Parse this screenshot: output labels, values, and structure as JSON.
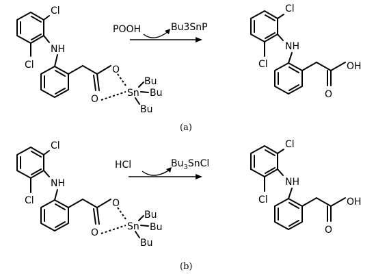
{
  "reactions": [
    {
      "panel_label": "(a)",
      "reagent_in": "POOH",
      "byproduct": "Bu3SnP",
      "reactant_atoms": {
        "cl_top": "Cl",
        "cl_bottom": "Cl",
        "nh": "NH",
        "o_single": "O",
        "o_double": "O",
        "sn": "Sn",
        "bu1": "Bu",
        "bu2": "Bu",
        "bu3": "Bu"
      },
      "product_atoms": {
        "cl_top": "Cl",
        "cl_bottom": "Cl",
        "nh": "NH",
        "oh": "OH",
        "o_double": "O"
      }
    },
    {
      "panel_label": "(b)",
      "reagent_in": "HCl",
      "byproduct_parts": [
        "Bu",
        "3",
        "SnCl"
      ],
      "reactant_atoms": {
        "cl_top": "Cl",
        "cl_bottom": "Cl",
        "nh": "NH",
        "o_single": "O",
        "o_double": "O",
        "sn": "Sn",
        "bu1": "Bu",
        "bu2": "Bu",
        "bu3": "Bu"
      },
      "product_atoms": {
        "cl_top": "Cl",
        "cl_bottom": "Cl",
        "nh": "NH",
        "oh": "OH",
        "o_double": "O"
      }
    }
  ]
}
